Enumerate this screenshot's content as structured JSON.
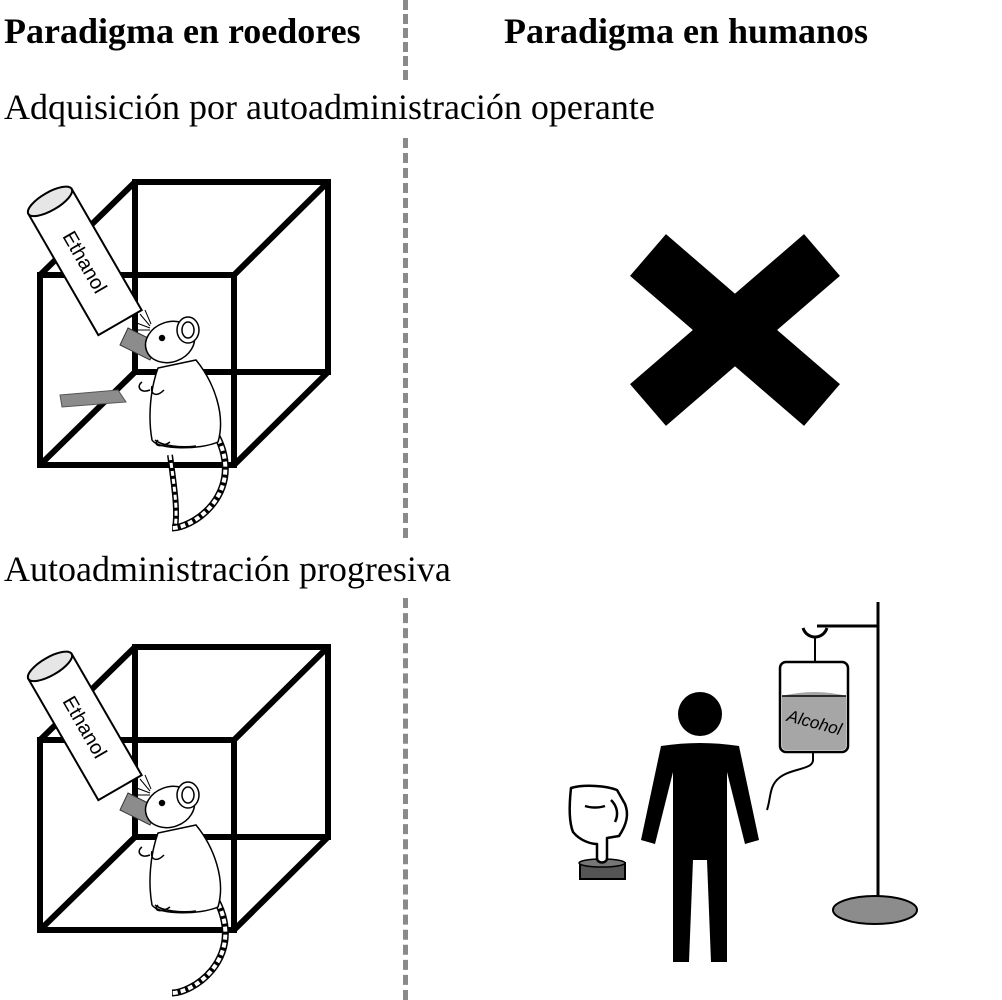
{
  "headers": {
    "rodents": "Paradigma en roedores",
    "humans": "Paradigma en humanos"
  },
  "sections": [
    {
      "title": "Adquisición por autoadministración operante"
    },
    {
      "title": "Autoadministración progresiva"
    }
  ],
  "labels": {
    "bottle": "Ethanol",
    "iv_bag": "Alcohol"
  },
  "colors": {
    "line": "#000000",
    "grey": "#8c8c8c",
    "dark_grey": "#555555",
    "divider": "#8a8a8a"
  }
}
